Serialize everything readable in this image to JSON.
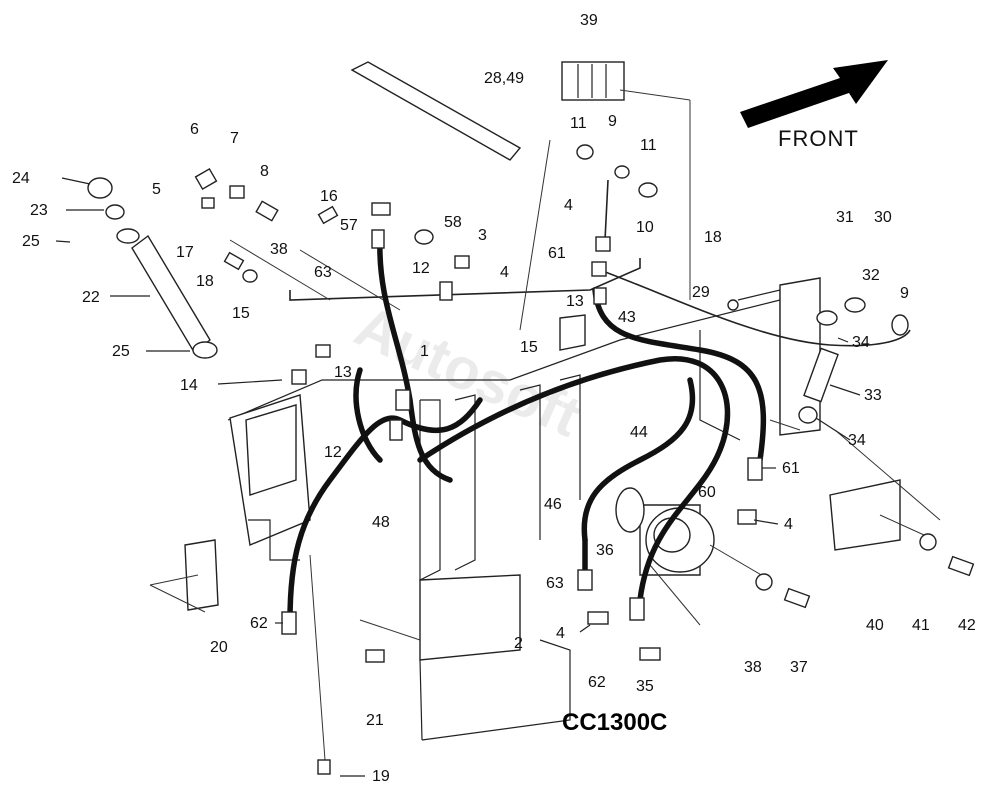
{
  "labels": {
    "front": "FRONT"
  },
  "watermark": "Autosoft",
  "drawing_code": "CC1300C",
  "callouts": [
    "39",
    "28,49",
    "6",
    "7",
    "8",
    "11",
    "9",
    "11",
    "24",
    "5",
    "23",
    "16",
    "4",
    "10",
    "57",
    "58",
    "3",
    "25",
    "18",
    "17",
    "38",
    "61",
    "31",
    "30",
    "12",
    "4",
    "63",
    "18",
    "32",
    "29",
    "22",
    "13",
    "9",
    "15",
    "43",
    "34",
    "1",
    "15",
    "25",
    "13",
    "14",
    "33",
    "44",
    "34",
    "12",
    "61",
    "60",
    "46",
    "48",
    "4",
    "36",
    "63",
    "62",
    "40",
    "41",
    "42",
    "2",
    "4",
    "20",
    "38",
    "37",
    "62",
    "35",
    "21",
    "19"
  ]
}
